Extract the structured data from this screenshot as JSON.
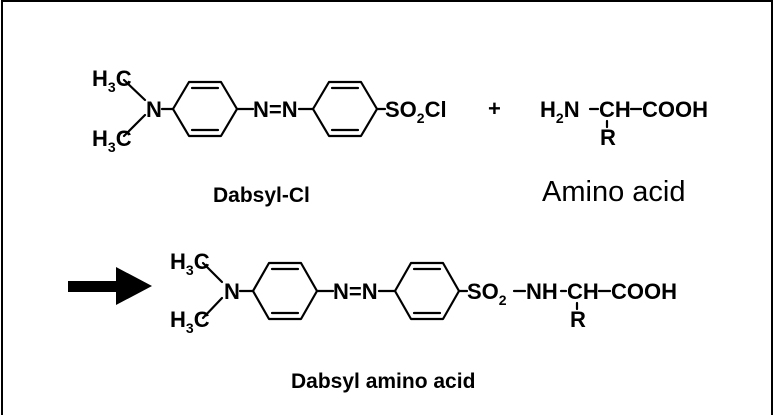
{
  "reactant1": {
    "me_h": "H",
    "me_3": "3",
    "me_c": "C",
    "n": "N",
    "azo": "N=N",
    "so2_so": "SO",
    "so2_2": "2",
    "so2_cl": "Cl",
    "caption": "Dabsyl-Cl"
  },
  "plus": "+",
  "reactant2": {
    "h2n_h": "H",
    "h2n_2": "2",
    "h2n_n": "N",
    "ch": "CH",
    "cooh": "COOH",
    "r": "R",
    "caption": "Amino acid"
  },
  "product": {
    "me_h": "H",
    "me_3": "3",
    "me_c": "C",
    "n": "N",
    "azo": "N=N",
    "so2_so": "SO",
    "so2_2": "2",
    "nh": "NH",
    "ch": "CH",
    "cooh": "COOH",
    "r": "R",
    "caption": "Dabsyl amino acid"
  },
  "colors": {
    "ink": "#000000",
    "background": "#ffffff"
  }
}
